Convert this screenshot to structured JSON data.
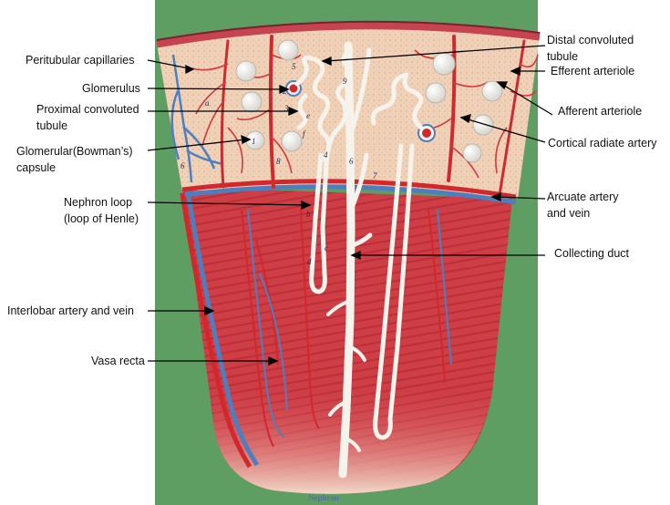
{
  "labels": {
    "peritubular_capillaries": "Peritubular capillaries",
    "glomerulus": "Glomerulus",
    "proximal_line1": "Proximal convoluted",
    "proximal_line2": "tubule",
    "bowman_line1": "Glomerular(Bowman’s)",
    "bowman_line2": "capsule",
    "loop_line1": "Nephron loop",
    "loop_line2": "(loop of Henle)",
    "interlobar": "Interlobar artery and vein",
    "vasa_recta": "Vasa recta",
    "distal_line1": "Distal convoluted",
    "distal_line2": "tubule",
    "efferent": "Efferent arteriole",
    "afferent": "Afferent arteriole",
    "cortical_radiate": "Cortical radiate artery",
    "arcuate_line1": "Arcuate artery",
    "arcuate_line2": "and vein",
    "collecting_duct": "Collecting duct"
  },
  "model_markers": {
    "n1": "1",
    "n2": "2",
    "n3": "3",
    "n4": "4",
    "n5": "5",
    "n6": "6",
    "n6b": "6",
    "n7": "7",
    "n8": "8",
    "n9": "9",
    "a": "a",
    "b": "b",
    "c": "c",
    "d": "d",
    "e": "e",
    "f": "f"
  },
  "model_plaque": "Nephron",
  "colors": {
    "background_green": "#5f9e63",
    "cortex": "#f0d2b8",
    "medulla": "#cf3d45",
    "artery": "#d0282c",
    "vein": "#4d7fc0",
    "tubule": "#f6f3ec"
  }
}
